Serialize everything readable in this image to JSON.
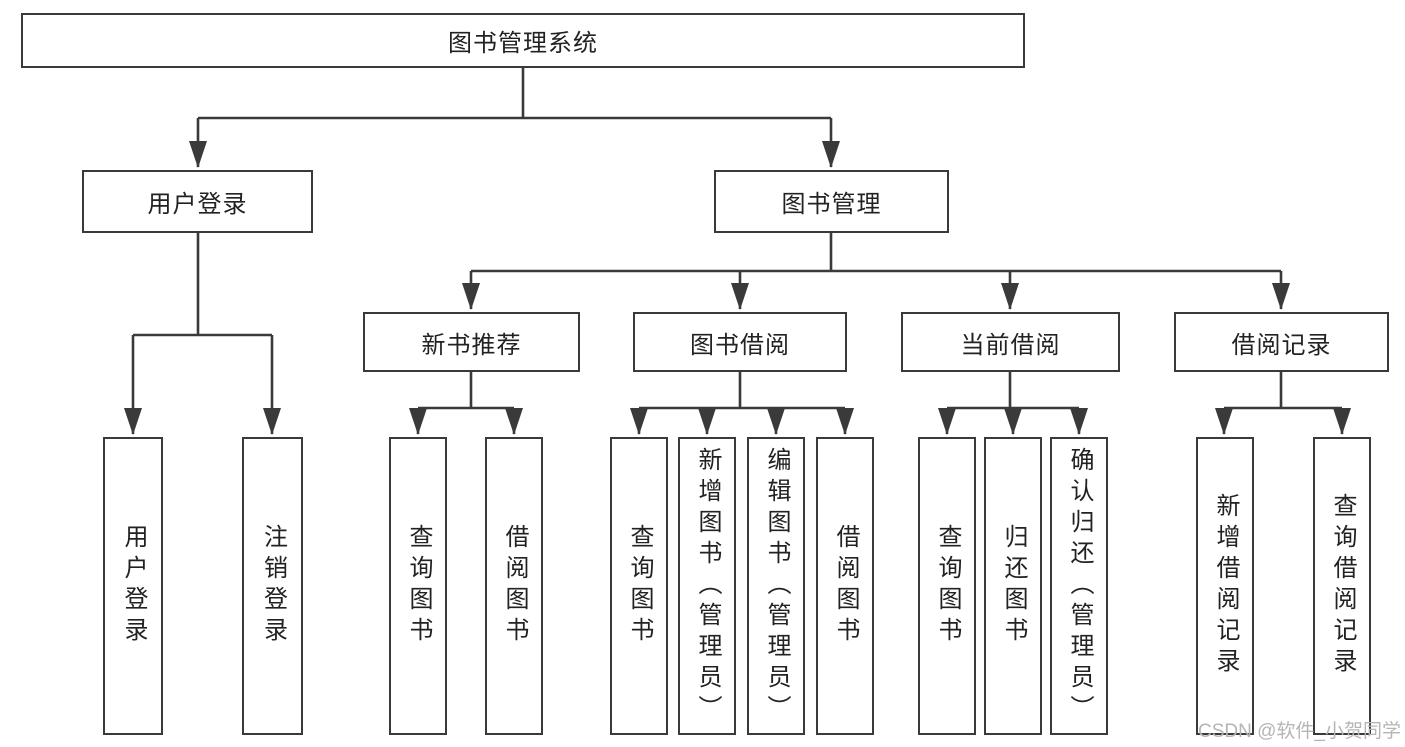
{
  "diagram": {
    "root": {
      "label": "图书管理系统"
    },
    "branches": {
      "user_login": {
        "label": "用户登录",
        "children": [
          {
            "label": "用户登录"
          },
          {
            "label": "注销登录"
          }
        ]
      },
      "book_management": {
        "label": "图书管理",
        "sections": [
          {
            "label": "新书推荐",
            "children": [
              {
                "label": "查询图书"
              },
              {
                "label": "借阅图书"
              }
            ]
          },
          {
            "label": "图书借阅",
            "children": [
              {
                "label": "查询图书"
              },
              {
                "label": "新增图书（管理员）"
              },
              {
                "label": "编辑图书（管理员）"
              },
              {
                "label": "借阅图书"
              }
            ]
          },
          {
            "label": "当前借阅",
            "children": [
              {
                "label": "查询图书"
              },
              {
                "label": "归还图书"
              },
              {
                "label": "确认归还（管理员）"
              }
            ]
          },
          {
            "label": "借阅记录",
            "children": [
              {
                "label": "新增借阅记录"
              },
              {
                "label": "查询借阅记录"
              }
            ]
          }
        ]
      }
    }
  },
  "watermark": {
    "text": "CSDN @软件_小贺同学"
  },
  "colors": {
    "line": "#3a3a3a",
    "text": "#222222",
    "watermark": "#b5b5b5",
    "background": "#ffffff"
  }
}
